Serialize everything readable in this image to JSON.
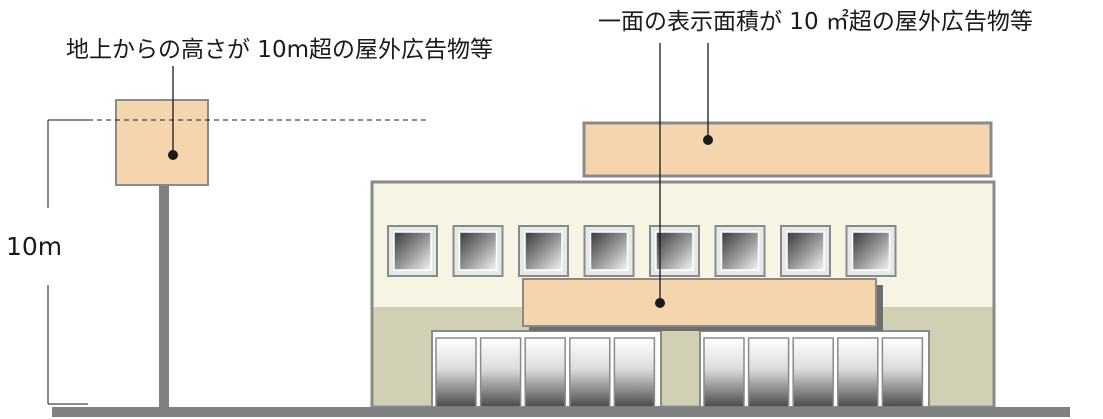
{
  "labels": {
    "height_sign": "地上からの高さが 10m超の屋外広告物等",
    "area_sign": "一面の表示面積が 10 ㎡超の屋外広告物等",
    "height_dimension": "10m"
  },
  "colors": {
    "sign_fill": "#f5d5ae",
    "sign_stroke": "#8a8a8a",
    "building_upper": "#f6f4e2",
    "building_lower": "#d2d0b4",
    "ground": "#808080",
    "pole": "#808080",
    "line": "#1a1a1a"
  },
  "windows": {
    "upper_count": 8,
    "lower_left_count": 5,
    "lower_right_count": 5
  }
}
